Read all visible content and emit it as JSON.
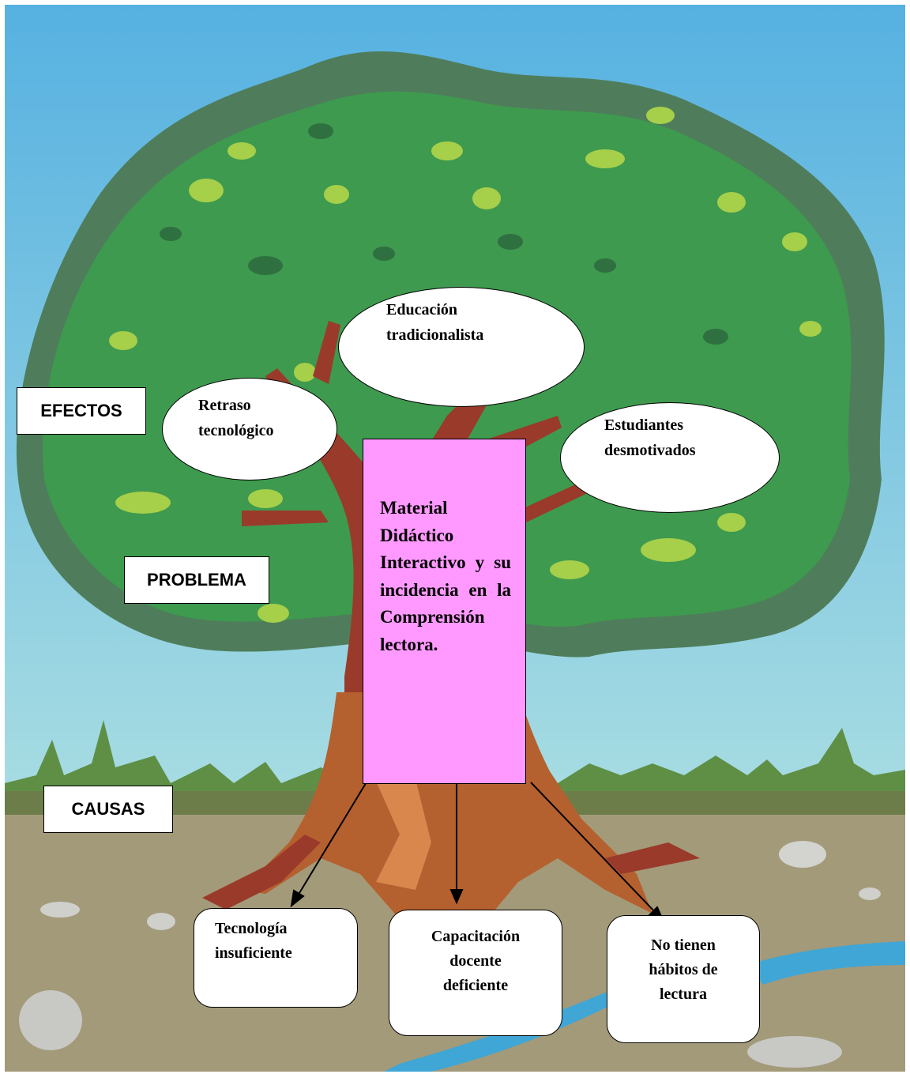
{
  "labels": {
    "effects": "EFECTOS",
    "problem": "PROBLEMA",
    "causes": "CAUSAS"
  },
  "effects": [
    {
      "text": "Educación tradicionalista"
    },
    {
      "text": "Retraso tecnológico"
    },
    {
      "text": "Estudiantes desmotivados"
    }
  ],
  "problem": {
    "text": "Material Didáctico Interactivo y su incidencia en la Comprensión lectora."
  },
  "causes": [
    {
      "text": "Tecnología insuficiente"
    },
    {
      "text": "Capacitación docente deficiente"
    },
    {
      "text": "No tienen hábitos de lectura"
    }
  ],
  "colors": {
    "sky_top": "#5bb3e0",
    "sky_bottom": "#9fd6e3",
    "canopy_dark": "#4e7e5a",
    "canopy": "#3f9a4f",
    "trunk": "#b5602f",
    "ground": "#a39a79",
    "problem_fill": "#ff99ff"
  }
}
